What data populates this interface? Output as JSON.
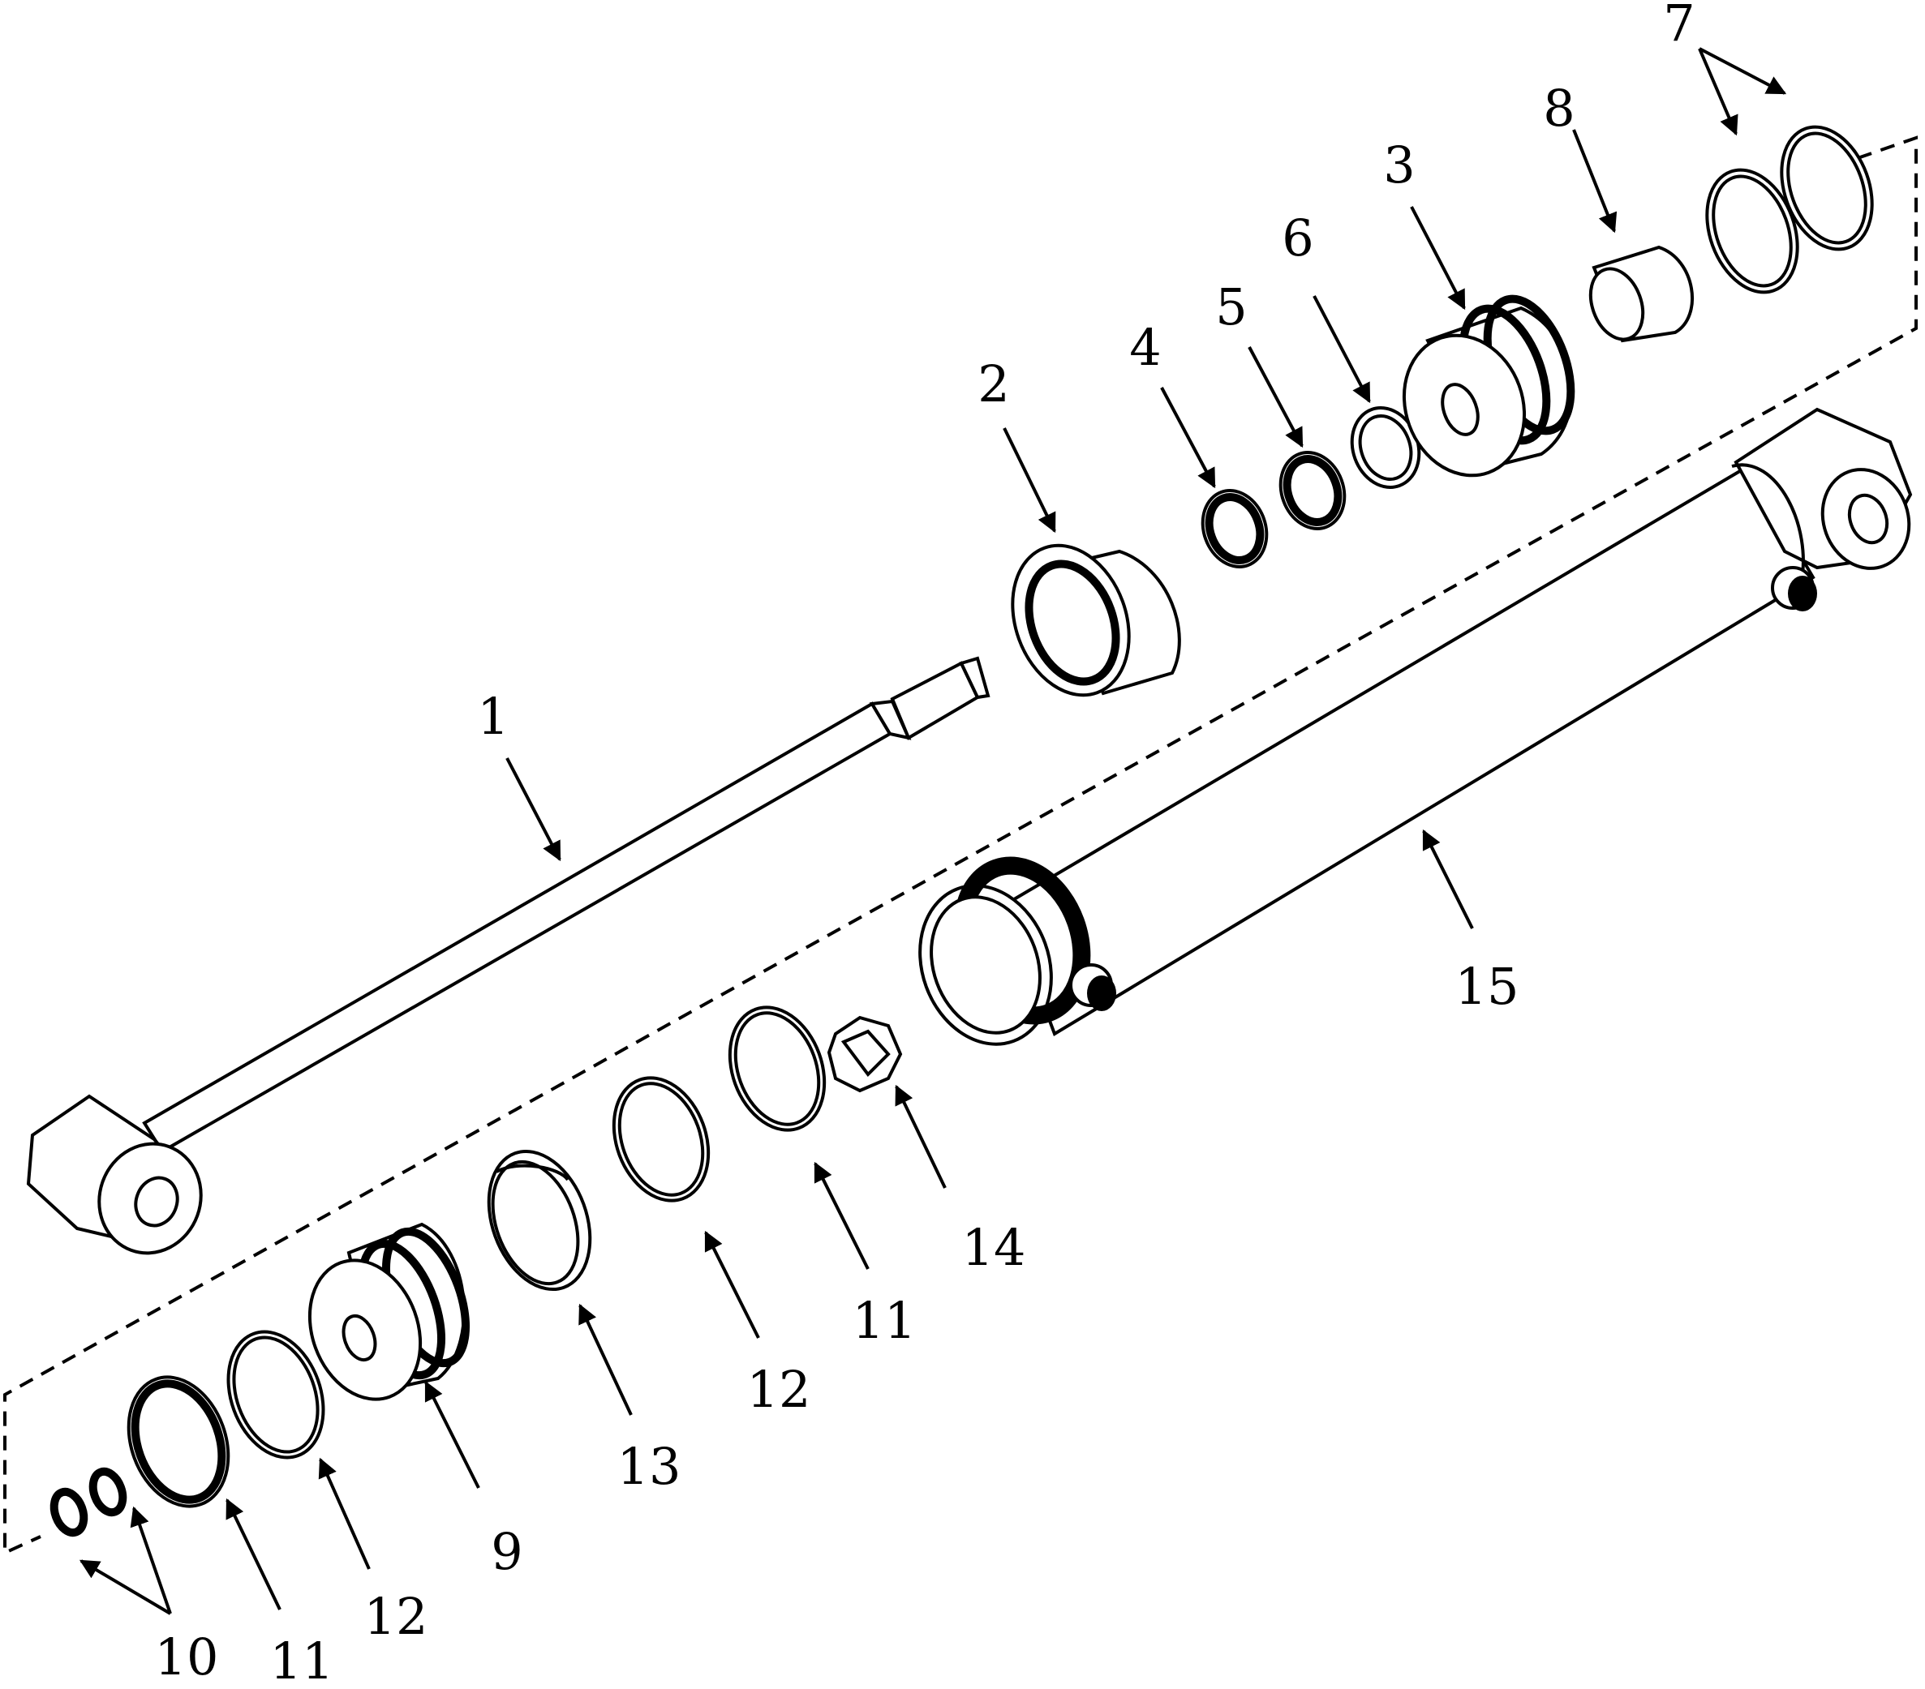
{
  "diagram": {
    "line_color": "#000000",
    "background": "#ffffff",
    "callouts": [
      "1",
      "2",
      "3",
      "4",
      "5",
      "6",
      "7",
      "8",
      "9",
      "10",
      "11",
      "12",
      "13",
      "14",
      "15",
      "11",
      "12"
    ]
  }
}
